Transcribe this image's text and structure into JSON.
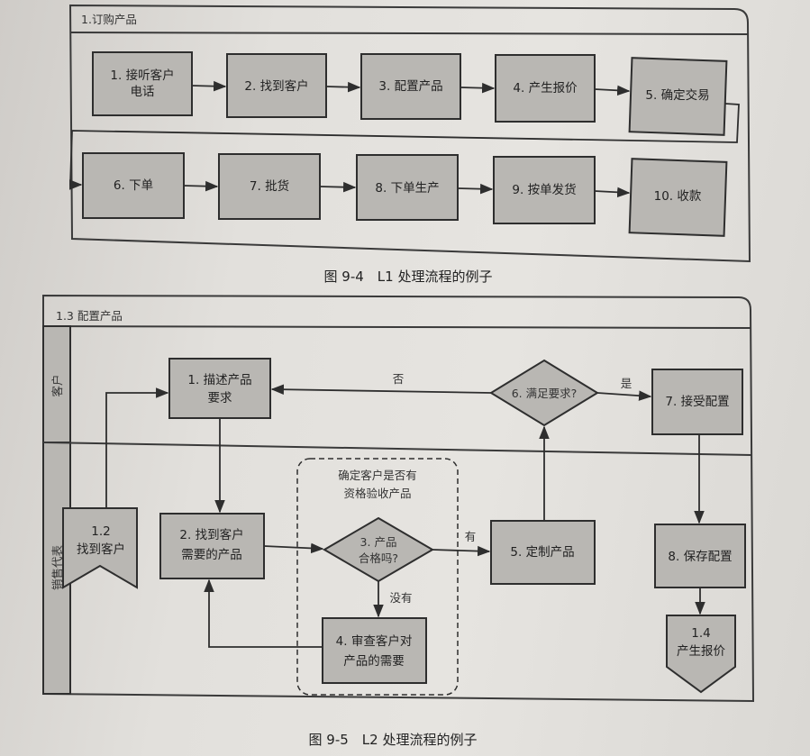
{
  "figure1": {
    "panel_title": "1.订购产品",
    "caption": "图 9-4　L1 处理流程的例子",
    "steps": [
      {
        "line1": "1. 接听客户",
        "line2": "电话"
      },
      {
        "line1": "2. 找到客户"
      },
      {
        "line1": "3. 配置产品"
      },
      {
        "line1": "4. 产生报价"
      },
      {
        "line1": "5. 确定交易"
      },
      {
        "line1": "6. 下单"
      },
      {
        "line1": "7. 批货"
      },
      {
        "line1": "8. 下单生产"
      },
      {
        "line1": "9. 按单发货"
      },
      {
        "line1": "10. 收款"
      }
    ]
  },
  "figure2": {
    "panel_title": "1.3 配置产品",
    "caption": "图 9-5　L2 处理流程的例子",
    "lanes": {
      "customer": "客户",
      "sales": "销售代表"
    },
    "nodes": {
      "n1": {
        "line1": "1. 描述产品",
        "line2": "要求"
      },
      "start": {
        "line1": "1.2",
        "line2": "找到客户"
      },
      "n2": {
        "line1": "2. 找到客户",
        "line2": "需要的产品"
      },
      "n3": {
        "line1": "3. 产品",
        "line2": "合格吗?"
      },
      "n4": {
        "line1": "4. 审查客户对",
        "line2": "产品的需要"
      },
      "n5": {
        "line1": "5. 定制产品"
      },
      "n6": {
        "line1": "6. 满足要求?"
      },
      "n7": {
        "line1": "7. 接受配置"
      },
      "n8": {
        "line1": "8. 保存配置"
      },
      "end": {
        "line1": "1.4",
        "line2": "产生报价"
      }
    },
    "group_note": {
      "line1": "确定客户是否有",
      "line2": "资格验收产品"
    },
    "labels": {
      "no": "否",
      "yes": "是",
      "has": "有",
      "none": "没有"
    }
  }
}
